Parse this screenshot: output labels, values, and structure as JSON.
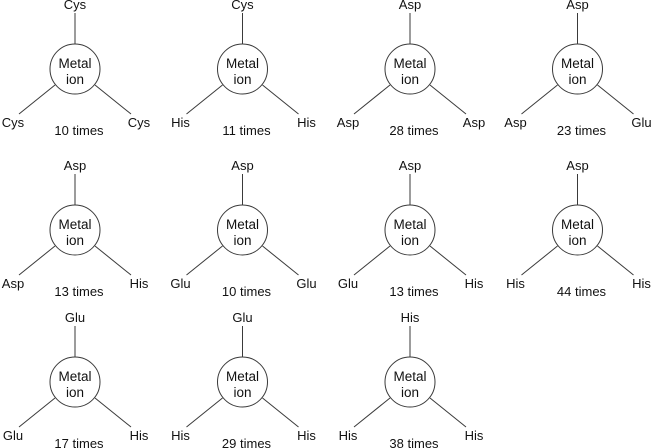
{
  "center_label": [
    "Metal",
    "ion"
  ],
  "motifs": [
    {
      "top": "Cys",
      "left": "Cys",
      "right": "Cys",
      "count": "10 times"
    },
    {
      "top": "Cys",
      "left": "His",
      "right": "His",
      "count": "11 times"
    },
    {
      "top": "Asp",
      "left": "Asp",
      "right": "Asp",
      "count": "28 times"
    },
    {
      "top": "Asp",
      "left": "Asp",
      "right": "Glu",
      "count": "23 times"
    },
    {
      "top": "Asp",
      "left": "Asp",
      "right": "His",
      "count": "13 times"
    },
    {
      "top": "Asp",
      "left": "Glu",
      "right": "Glu",
      "count": "10 times"
    },
    {
      "top": "Asp",
      "left": "Glu",
      "right": "His",
      "count": "13 times"
    },
    {
      "top": "Asp",
      "left": "His",
      "right": "His",
      "count": "44 times"
    },
    {
      "top": "Glu",
      "left": "Glu",
      "right": "His",
      "count": "17 times"
    },
    {
      "top": "Glu",
      "left": "His",
      "right": "His",
      "count": "29 times"
    },
    {
      "top": "His",
      "left": "His",
      "right": "His",
      "count": "38 times"
    }
  ]
}
